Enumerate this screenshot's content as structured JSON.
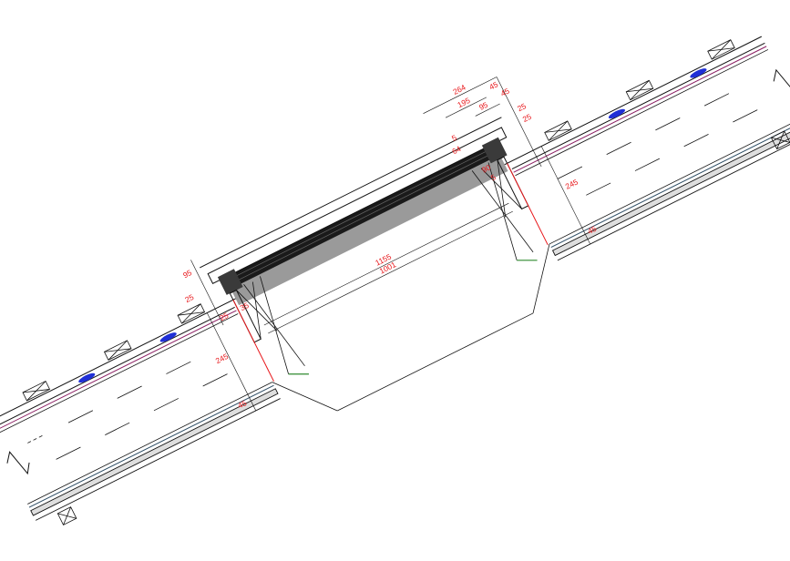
{
  "drawing": {
    "type": "roof-window-section-detail",
    "colors": {
      "line": "#111111",
      "dimension": "#e8171b",
      "membrane": "#8a1d62",
      "vapour_layer": "#2c4b63",
      "seal": "#1f2fd6",
      "frame_fill": "#3a3a3a",
      "shadow": "#9a9a9a",
      "green_detail": "#2f8a2f"
    },
    "dimensions": {
      "width_outer": "1155",
      "width_inner": "1001",
      "top_a": "264",
      "top_b": "195",
      "top_c": "95",
      "top_d": "45",
      "top_e": "45",
      "top_f": "64",
      "top_g": "5",
      "top_h": "25",
      "top_i": "25",
      "right_depth": "245",
      "right_bottom": "45",
      "right_j": "5",
      "right_k": "90",
      "left_a": "95",
      "left_b": "25",
      "left_c": "25",
      "left_depth": "245",
      "left_bottom": "45",
      "left_d": "35"
    }
  }
}
